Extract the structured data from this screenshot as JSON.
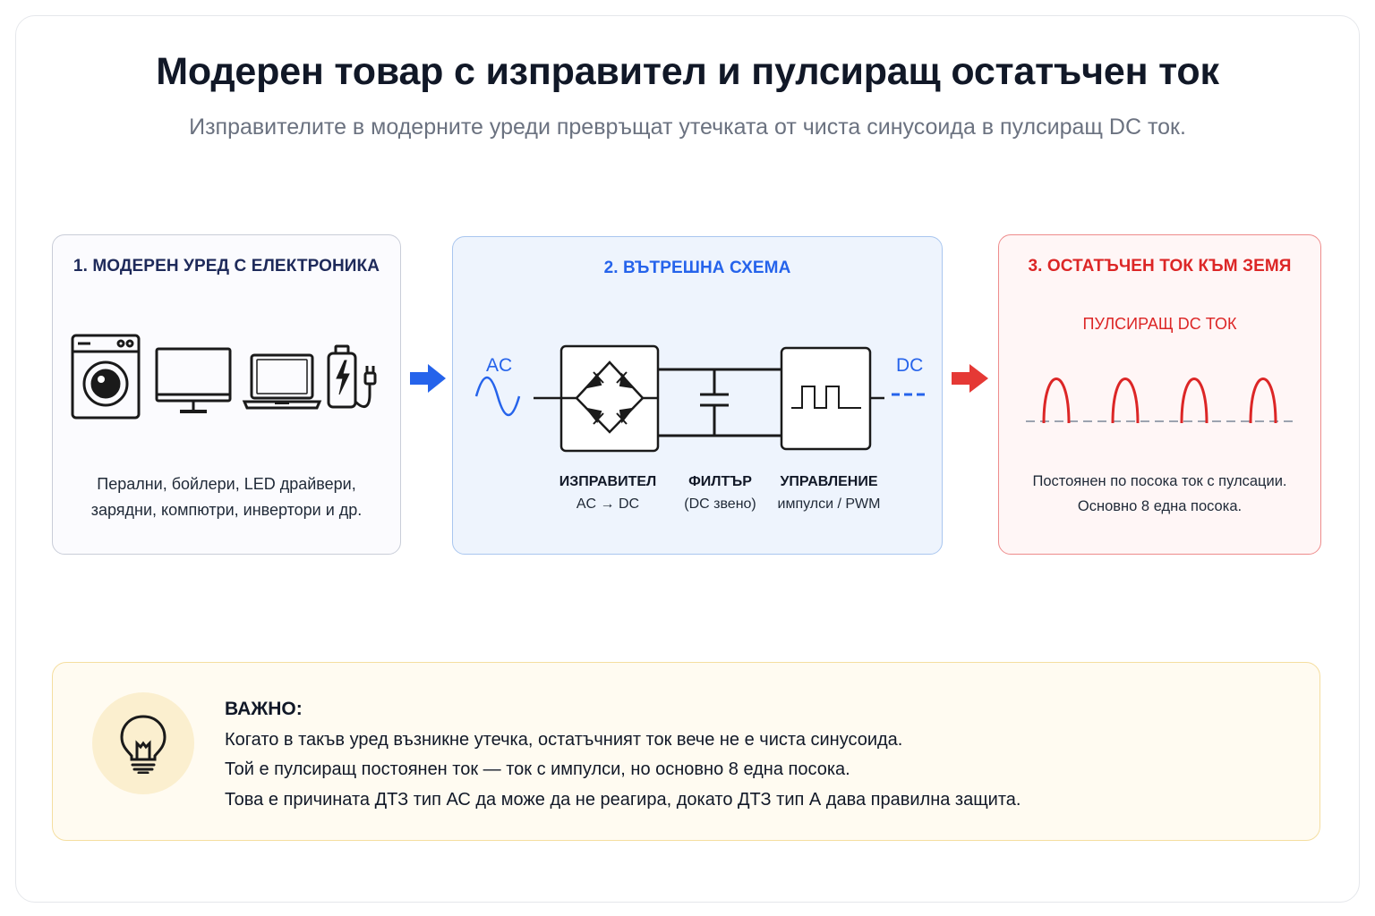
{
  "title": "Модерен товар с изправител и пулсиращ остатъчен ток",
  "subtitle": "Изправителите в модерните уреди превръщат утечката от чиста синусоида в пулсиращ DC ток.",
  "panel1": {
    "title": "1. МОДЕРЕН УРЕД С ЕЛЕКТРОНИКА",
    "devices": [
      "washing-machine-icon",
      "monitor-icon",
      "laptop-icon",
      "charger-icon"
    ],
    "caption_line1": "Перални, бойлери, LED драйвери,",
    "caption_line2": "зарядни, компютри, инвертори и др."
  },
  "panel2": {
    "title": "2. ВЪТРЕШНА СХЕМА",
    "input_label": "AC",
    "output_label": "DC",
    "blocks": [
      {
        "name": "ИЗПРАВИТЕЛ",
        "sub": "AC → DC"
      },
      {
        "name": "ФИЛТЪР",
        "sub": "(DC звено)"
      },
      {
        "name": "УПРАВЛЕНИЕ",
        "sub": "импулси / PWM"
      }
    ]
  },
  "panel3": {
    "title": "3. ОСТАТЪЧЕН ТОК КЪМ ЗЕМЯ",
    "waveform_label": "ПУЛСИРАЩ DC ТОК",
    "pulse_count": 4,
    "caption_line1": "Постоянен по посока ток с пулсации.",
    "caption_line2": "Основно 8 една посока."
  },
  "note": {
    "icon": "lightbulb-icon",
    "title": "ВАЖНО:",
    "lines": [
      "Когато в такъв уред възникне утечка, остатъчният ток вече не е чиста синусоида.",
      "Той е пулсиращ постоянен ток — ток с импулси, но основно 8 една посока.",
      "Това е причината ДТЗ тип АС да може да не реагира, докато ДТЗ тип А дава правилна защита."
    ]
  },
  "colors": {
    "accent_blue": "#2563eb",
    "accent_red": "#dc2626",
    "note_bg": "#fffbf1"
  }
}
